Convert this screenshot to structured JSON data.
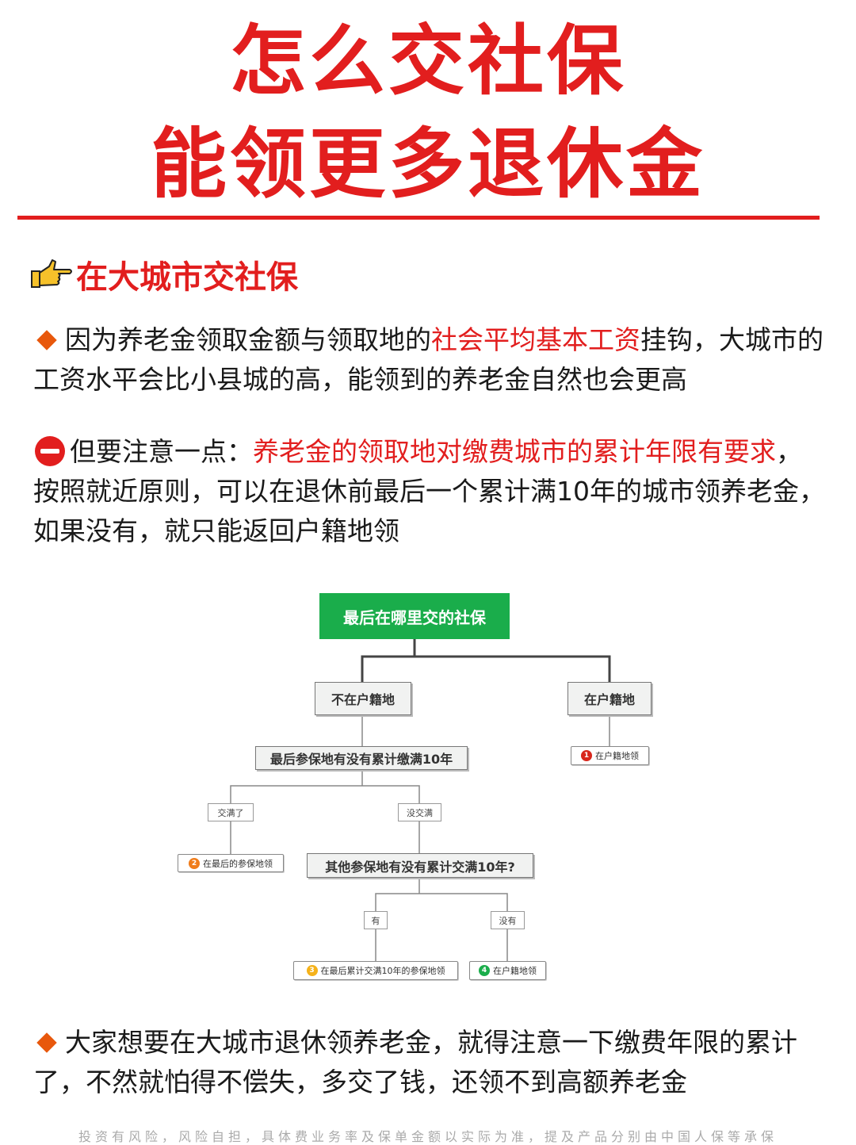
{
  "title": {
    "line1": "怎么交社保",
    "line2": "能领更多退休金"
  },
  "section": {
    "icon": "pointing-hand-icon",
    "title": "在大城市交社保"
  },
  "paragraph1": {
    "icon": "orange-diamond-icon",
    "before": "因为养老金领取金额与领取地的",
    "highlight": "社会平均基本工资",
    "after": "挂钩，大城市的工资水平会比小县城的高，能领到的养老金自然也会更高"
  },
  "paragraph2": {
    "icon": "no-entry-icon",
    "before": "但要注意一点：",
    "highlight": "养老金的领取地对缴费城市的累计年限有要求",
    "after": "，按照就近原则，可以在退休前最后一个累计满10年的城市领养老金，如果没有，就只能返回户籍地领"
  },
  "diagram": {
    "root": "最后在哪里交的社保",
    "not_hukou": "不在户籍地",
    "in_hukou": "在户籍地",
    "q1": "最后参保地有没有累计缴满10年",
    "yes1": "交满了",
    "no1": "没交满",
    "q2": "其他参保地有没有累计交满10年?",
    "yes2": "有",
    "no2": "没有",
    "leaf1_num": "1",
    "leaf1": "在户籍地领",
    "leaf2_num": "2",
    "leaf2": "在最后的参保地领",
    "leaf3_num": "3",
    "leaf3": "在最后累计交满10年的参保地领",
    "leaf4_num": "4",
    "leaf4": "在户籍地领"
  },
  "paragraph3": {
    "icon": "orange-diamond-icon",
    "text": "大家想要在大城市退休领养老金，就得注意一下缴费年限的累计了，不然就怕得不偿失，多交了钱，还领不到高额养老金"
  },
  "footer": "投资有风险，风险自担，具体费业务率及保单金额以实际为准，提及产品分别由中国人保等承保",
  "colors": {
    "accent_red": "#e21e1e",
    "root_green": "#1aad4b",
    "diamond_orange": "#e8580c"
  }
}
